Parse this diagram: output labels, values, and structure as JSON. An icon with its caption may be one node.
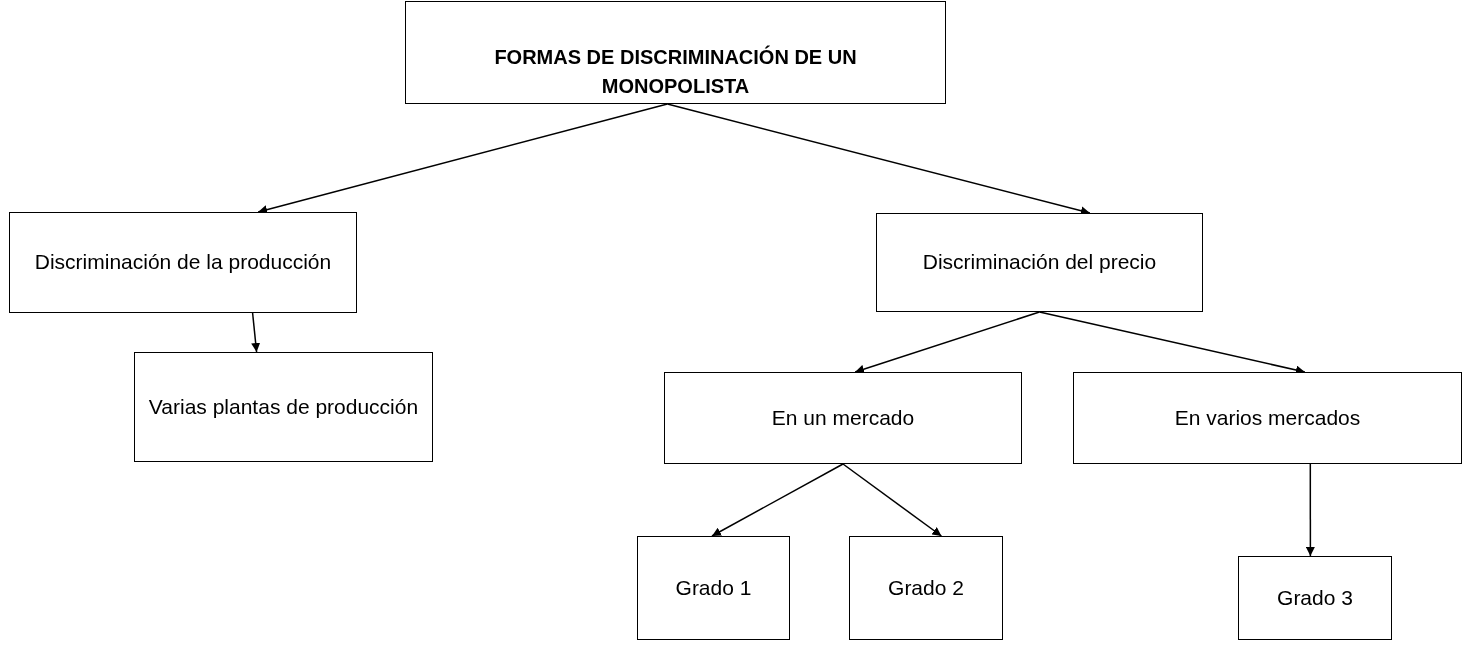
{
  "diagram": {
    "nodes": [
      {
        "text": [
          "FORMAS DE DISCRIMINACIÓN DE UN MONOPOLISTA"
        ]
      },
      {
        "text": [
          "Discriminación de la producción"
        ]
      },
      {
        "text": [
          "Varias plantas de producción"
        ]
      },
      {
        "text": [
          "Discriminación del precio"
        ]
      },
      {
        "text": [
          "En un mercado"
        ]
      },
      {
        "text": [
          "En varios mercados"
        ]
      },
      {
        "text": [
          "Grado 1"
        ]
      },
      {
        "text": [
          "Grado 2"
        ]
      },
      {
        "text": [
          "Grado 3"
        ]
      }
    ],
    "edges": [
      {
        "from": 0,
        "to": 1,
        "arrow": "to"
      },
      {
        "from": 0,
        "to": 3,
        "arrow": "to"
      },
      {
        "from": 1,
        "to": 2,
        "arrow": "to"
      },
      {
        "from": 3,
        "to": 4,
        "arrow": "to"
      },
      {
        "from": 3,
        "to": 5,
        "arrow": "to"
      },
      {
        "from": 4,
        "to": 6,
        "arrow": "to"
      },
      {
        "from": 4,
        "to": 7,
        "arrow": "to"
      },
      {
        "from": 5,
        "to": 8,
        "arrow": "to"
      }
    ]
  }
}
